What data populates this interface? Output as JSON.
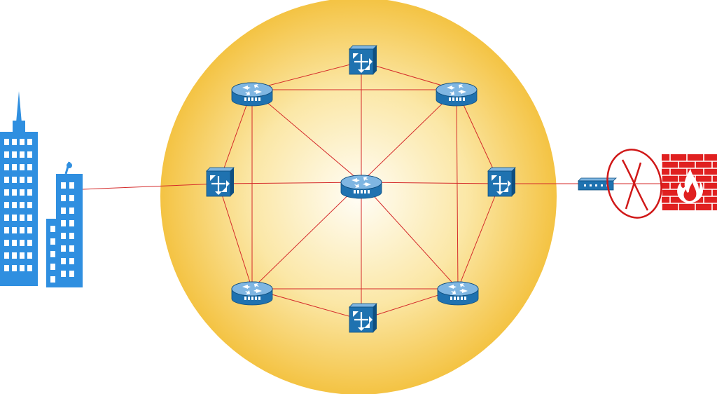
{
  "diagram": {
    "type": "network-topology",
    "colors": {
      "background": "#ffffff",
      "cloud_center": "#fffdf6",
      "cloud_mid": "#fbe7a6",
      "cloud_edge": "#f4c343",
      "link": "#d42a2a",
      "device_fill": "#1f72b0",
      "device_dark": "#0e4f80",
      "device_light": "#7fb6e2",
      "building": "#2f8fe0",
      "building_window": "#ffffff",
      "firewall": "#e02020",
      "firewall_mortar": "#ffffff",
      "crossout": "#d01818"
    },
    "nodes": [
      {
        "id": "router-top-left",
        "kind": "router",
        "icon": "router-icon"
      },
      {
        "id": "switch-top",
        "kind": "switch",
        "icon": "layer3-switch-icon"
      },
      {
        "id": "router-top-right",
        "kind": "router",
        "icon": "router-icon"
      },
      {
        "id": "switch-left",
        "kind": "switch",
        "icon": "layer3-switch-icon"
      },
      {
        "id": "router-center",
        "kind": "router",
        "icon": "router-icon"
      },
      {
        "id": "switch-right",
        "kind": "switch",
        "icon": "layer3-switch-icon"
      },
      {
        "id": "router-bottom-left",
        "kind": "router",
        "icon": "router-icon"
      },
      {
        "id": "switch-bottom",
        "kind": "switch",
        "icon": "layer3-switch-icon"
      },
      {
        "id": "router-bottom-right",
        "kind": "router",
        "icon": "router-icon"
      },
      {
        "id": "buildings",
        "kind": "site",
        "icon": "office-buildings-icon"
      },
      {
        "id": "hub",
        "kind": "hub",
        "icon": "hub-icon"
      },
      {
        "id": "firewall",
        "kind": "firewall",
        "icon": "firewall-icon",
        "blocked": true
      }
    ],
    "links": [
      [
        "router-top-left",
        "switch-top"
      ],
      [
        "switch-top",
        "router-top-right"
      ],
      [
        "router-top-left",
        "router-top-right"
      ],
      [
        "router-top-left",
        "switch-left"
      ],
      [
        "router-top-left",
        "router-center"
      ],
      [
        "router-top-left",
        "router-bottom-left"
      ],
      [
        "switch-top",
        "router-center"
      ],
      [
        "router-top-right",
        "router-center"
      ],
      [
        "router-top-right",
        "switch-right"
      ],
      [
        "router-top-right",
        "router-bottom-right"
      ],
      [
        "switch-left",
        "router-center"
      ],
      [
        "router-center",
        "switch-right"
      ],
      [
        "switch-left",
        "router-bottom-left"
      ],
      [
        "switch-right",
        "router-bottom-right"
      ],
      [
        "router-center",
        "router-bottom-left"
      ],
      [
        "router-center",
        "switch-bottom"
      ],
      [
        "router-center",
        "router-bottom-right"
      ],
      [
        "router-bottom-left",
        "switch-bottom"
      ],
      [
        "switch-bottom",
        "router-bottom-right"
      ],
      [
        "router-bottom-left",
        "router-bottom-right"
      ],
      [
        "buildings",
        "switch-left"
      ],
      [
        "switch-right",
        "hub"
      ],
      [
        "hub",
        "firewall"
      ]
    ]
  }
}
